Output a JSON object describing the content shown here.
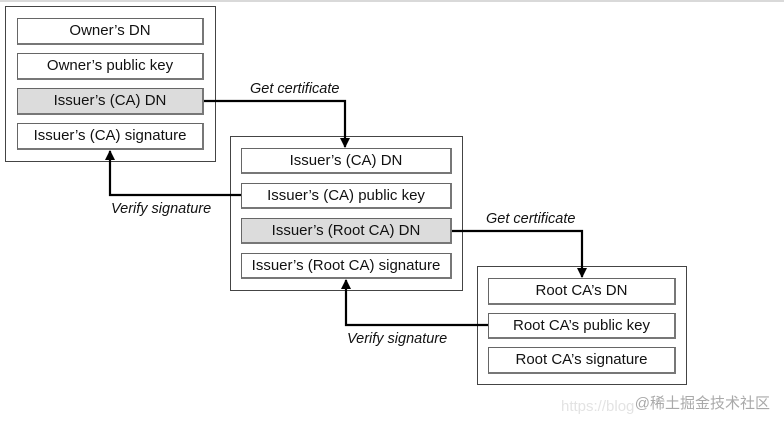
{
  "diagram": {
    "certificates": [
      {
        "name": "owner-certificate",
        "fields": [
          {
            "label": "Owner’s DN",
            "highlighted": false
          },
          {
            "label": "Owner’s public key",
            "highlighted": false
          },
          {
            "label": "Issuer’s (CA) DN",
            "highlighted": true
          },
          {
            "label": "Issuer’s (CA) signature",
            "highlighted": false
          }
        ]
      },
      {
        "name": "ca-certificate",
        "fields": [
          {
            "label": "Issuer’s (CA) DN",
            "highlighted": false
          },
          {
            "label": "Issuer’s (CA) public key",
            "highlighted": false
          },
          {
            "label": "Issuer’s (Root CA) DN",
            "highlighted": true
          },
          {
            "label": "Issuer’s (Root CA) signature",
            "highlighted": false
          }
        ]
      },
      {
        "name": "root-ca-certificate",
        "fields": [
          {
            "label": "Root CA’s DN",
            "highlighted": false
          },
          {
            "label": "Root CA’s public key",
            "highlighted": false
          },
          {
            "label": "Root CA’s signature",
            "highlighted": false
          }
        ]
      }
    ],
    "edges": [
      {
        "label": "Get certificate",
        "from": "owner-certificate.Issuer’s (CA) DN",
        "to": "ca-certificate.Issuer’s (CA) DN"
      },
      {
        "label": "Verify signature",
        "from": "ca-certificate.Issuer’s (CA) public key",
        "to": "owner-certificate.Issuer’s (CA) signature"
      },
      {
        "label": "Get certificate",
        "from": "ca-certificate.Issuer’s (Root CA) DN",
        "to": "root-ca-certificate.Root CA’s DN"
      },
      {
        "label": "Verify signature",
        "from": "root-ca-certificate.Root CA’s public key",
        "to": "ca-certificate.Issuer’s (Root CA) signature"
      }
    ],
    "highlight_color": "#dcdcdc"
  },
  "watermark": {
    "text": "@稀土掘金技术社区",
    "url_text": "https://blog"
  }
}
